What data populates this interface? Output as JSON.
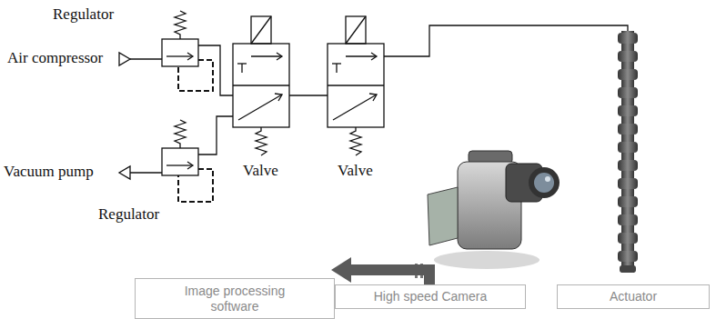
{
  "diagram": {
    "nodes": [
      {
        "text": [
          "Image processing software"
        ]
      },
      {
        "text": [
          "High speed Camera"
        ]
      },
      {
        "text": [
          "Actuator"
        ]
      }
    ],
    "edges": [
      {
        "from": 1,
        "to": 0,
        "arrow": "to"
      }
    ],
    "labels": [
      "Regulator",
      "Air compressor",
      "Vacuum pump",
      "Regulator",
      "Valve",
      "Valve"
    ]
  }
}
